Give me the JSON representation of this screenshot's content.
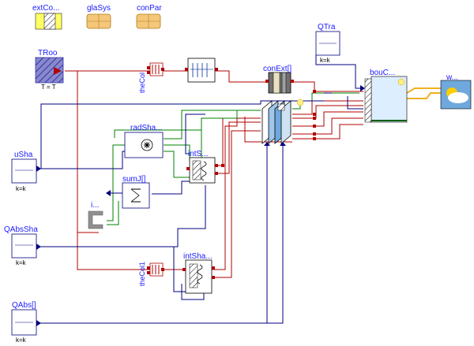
{
  "blocks": {
    "extCom": {
      "label": "extCo..."
    },
    "glaSys": {
      "label": "glaSys"
    },
    "conPar": {
      "label": "conPar"
    },
    "TRoo": {
      "label": "TRoo",
      "param": "T = T"
    },
    "theCol": {
      "label": "theCol"
    },
    "conExt": {
      "label": "conExt[]"
    },
    "QTra": {
      "label": "QTra",
      "param": "k=k"
    },
    "bouC": {
      "label": "bouC..."
    },
    "weather": {
      "label": "w..."
    },
    "radSha": {
      "label": "radSha..."
    },
    "intS": {
      "label": "intS..."
    },
    "uSha": {
      "label": "uSha",
      "param": "k=k"
    },
    "sumJ": {
      "label": "sumJ[]"
    },
    "integ": {
      "label": "i..."
    },
    "QAbsSha": {
      "label": "QAbsSha",
      "param": "k=k"
    },
    "intSha": {
      "label": "intSha..."
    },
    "theCol1": {
      "label": "theCol1"
    },
    "QAbs": {
      "label": "QAbs[]",
      "param": "k=k"
    }
  },
  "colors": {
    "thermal": "#b00000",
    "signal": "#000080",
    "radiation": "#008000",
    "label": "#1a1aff",
    "record": "#f4c77a",
    "weather": "#f0b020"
  }
}
